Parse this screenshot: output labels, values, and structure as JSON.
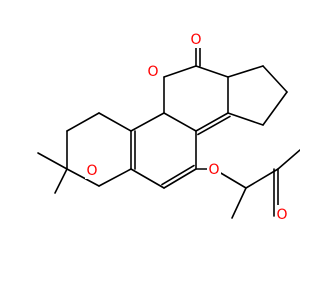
{
  "diagram": {
    "type": "skeletal-formula",
    "colors": {
      "bond": "#000000",
      "oxygen": "#ff0000",
      "background": "#ffffff"
    },
    "atom_labels": {
      "o_carbonyl_lactone": "O",
      "o_ring_lactone": "O",
      "o_ring_pyran": "O",
      "o_ether": "O",
      "o_ketone": "O"
    }
  }
}
